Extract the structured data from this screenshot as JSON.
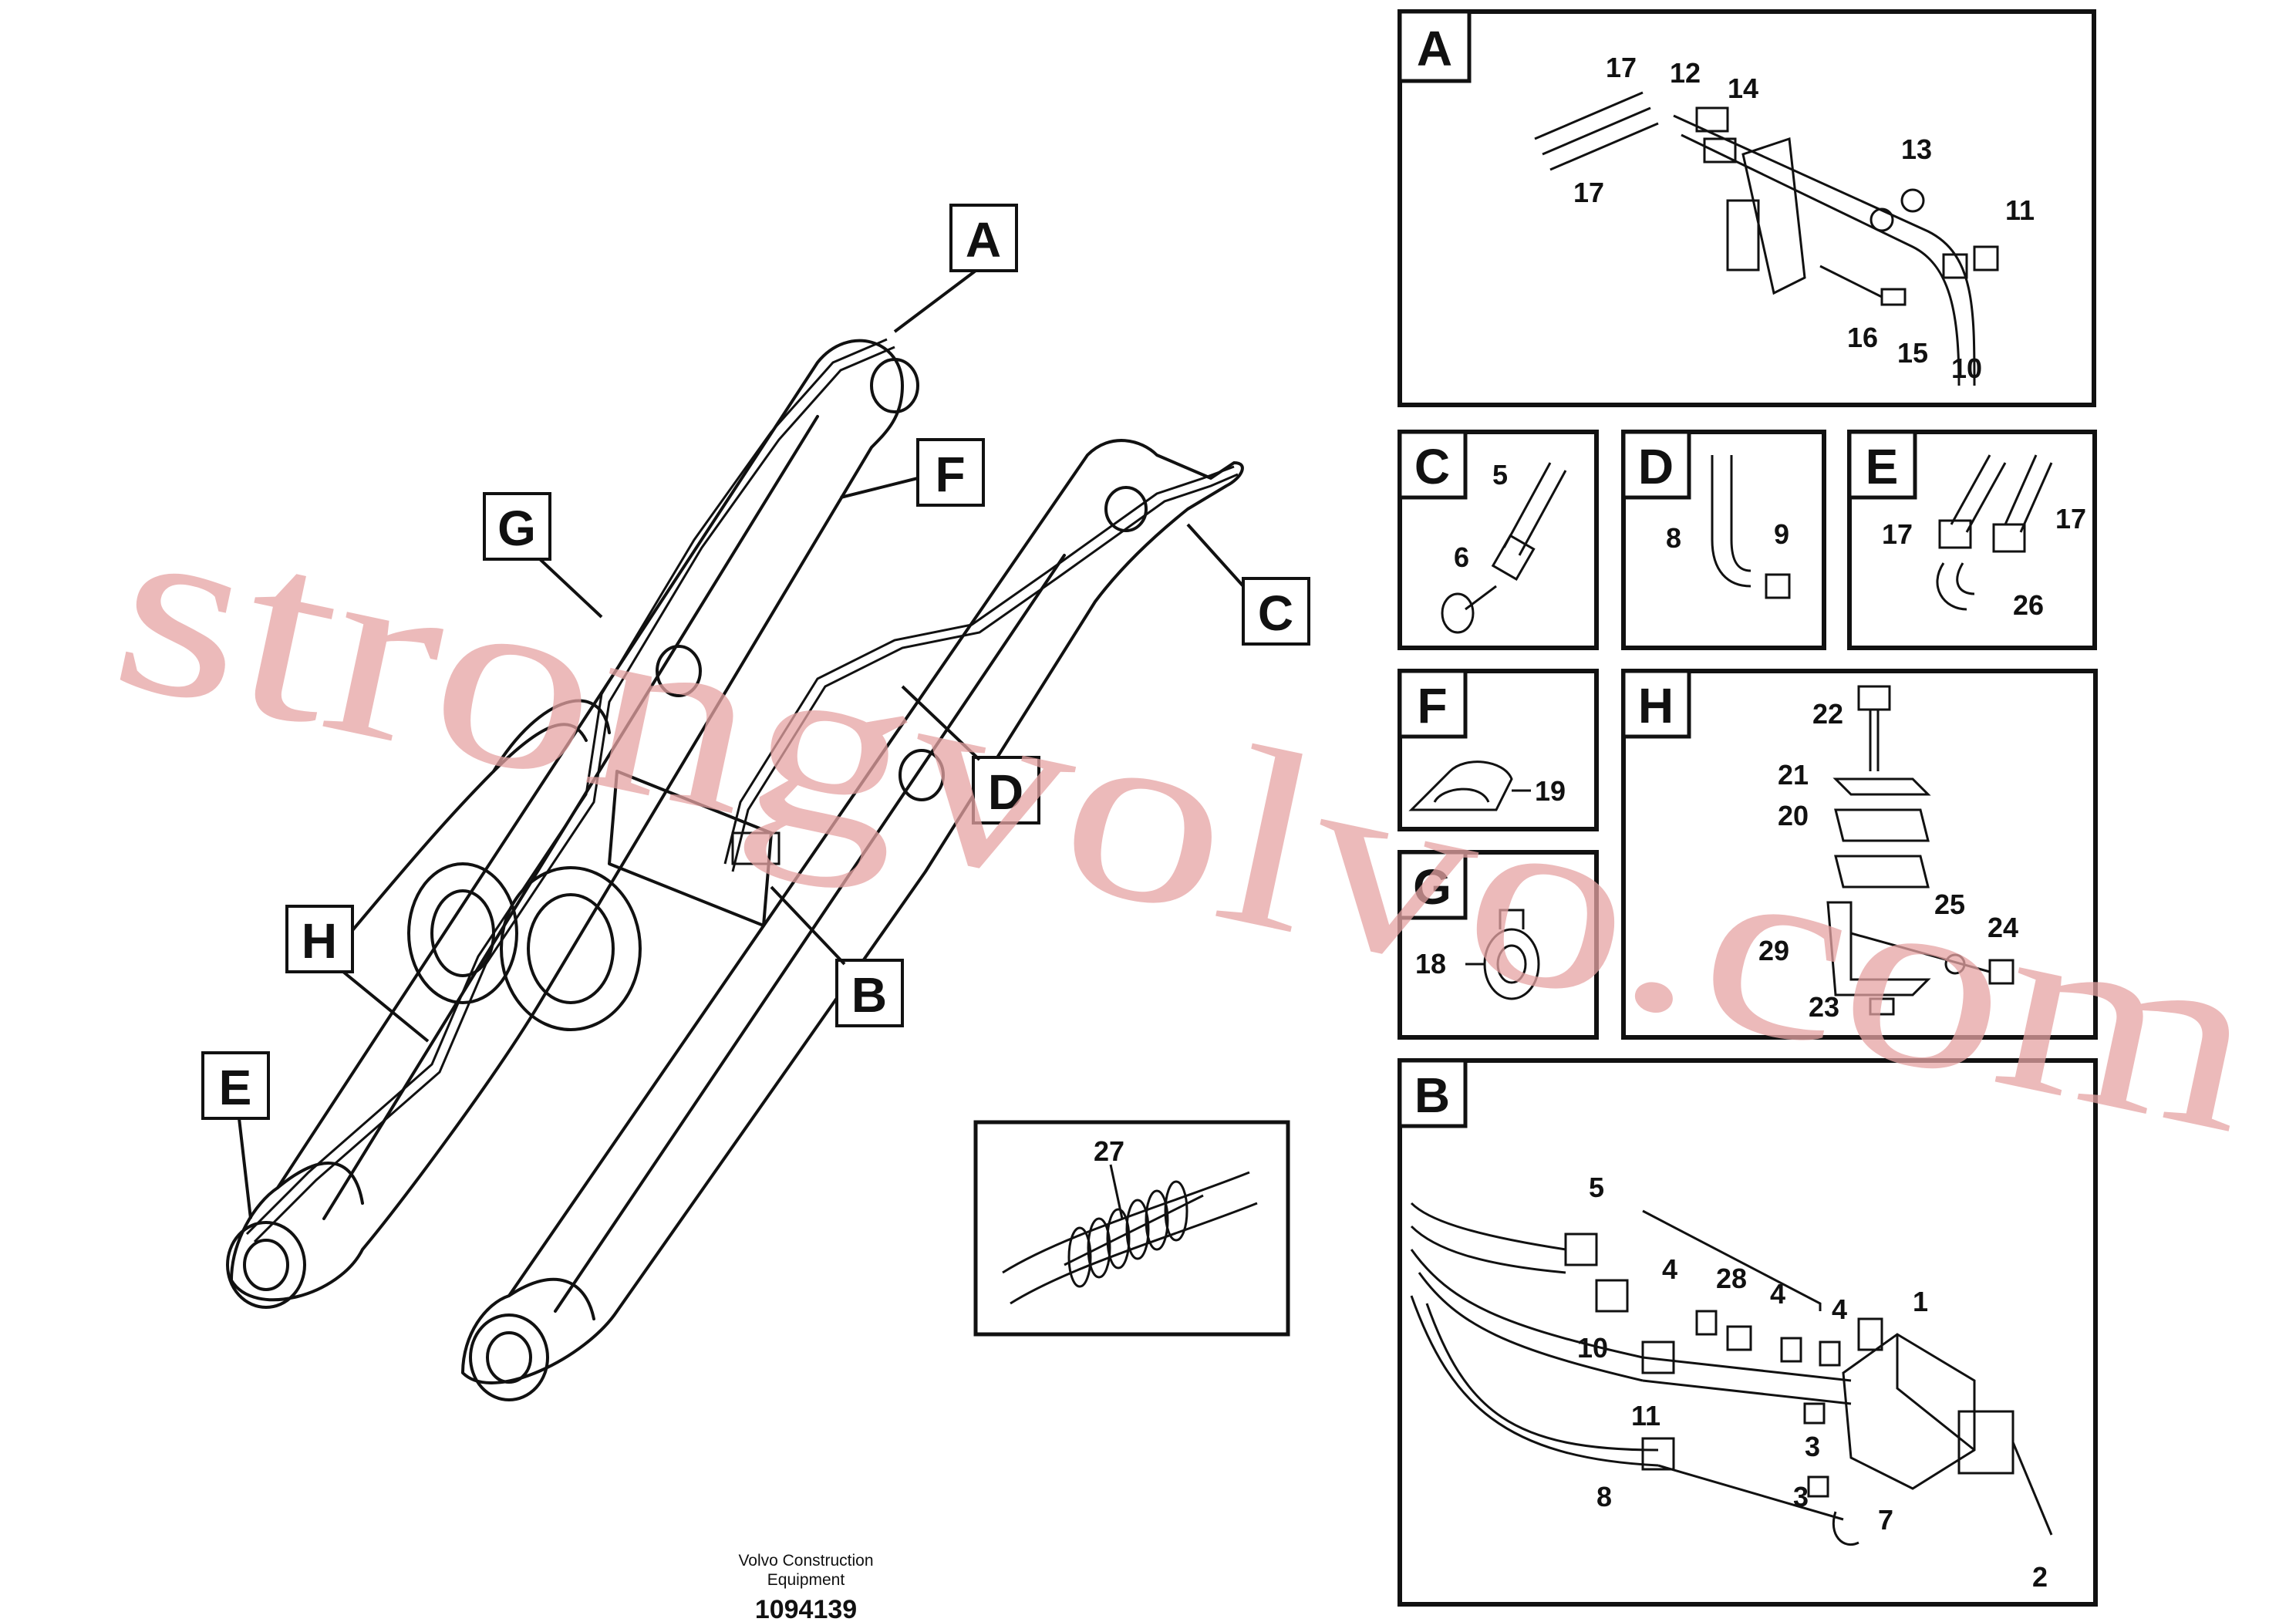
{
  "callouts": {
    "A": "A",
    "B": "B",
    "C": "C",
    "D": "D",
    "E": "E",
    "F": "F",
    "G": "G",
    "H": "H"
  },
  "detail_27": {
    "label": "27"
  },
  "panels": {
    "A": {
      "title": "A",
      "labels": [
        "17",
        "12",
        "14",
        "17",
        "13",
        "11",
        "16",
        "15",
        "10"
      ]
    },
    "C": {
      "title": "C",
      "labels": [
        "5",
        "6"
      ]
    },
    "D": {
      "title": "D",
      "labels": [
        "8",
        "9"
      ]
    },
    "E": {
      "title": "E",
      "labels": [
        "17",
        "17",
        "26"
      ]
    },
    "F": {
      "title": "F",
      "labels": [
        "19"
      ]
    },
    "G": {
      "title": "G",
      "labels": [
        "18"
      ]
    },
    "H": {
      "title": "H",
      "labels": [
        "22",
        "21",
        "20",
        "25",
        "24",
        "29",
        "23"
      ]
    },
    "B": {
      "title": "B",
      "labels": [
        "5",
        "4",
        "28",
        "4",
        "4",
        "1",
        "10",
        "11",
        "3",
        "3",
        "7",
        "8",
        "2"
      ]
    }
  },
  "footer": {
    "line1": "Volvo Construction",
    "line2": "Equipment",
    "number": "1094139"
  },
  "watermark": {
    "text": "strongvolvo.com",
    "color": "#e6a3a3"
  },
  "colors": {
    "ink": "#111111",
    "paper": "#ffffff"
  }
}
